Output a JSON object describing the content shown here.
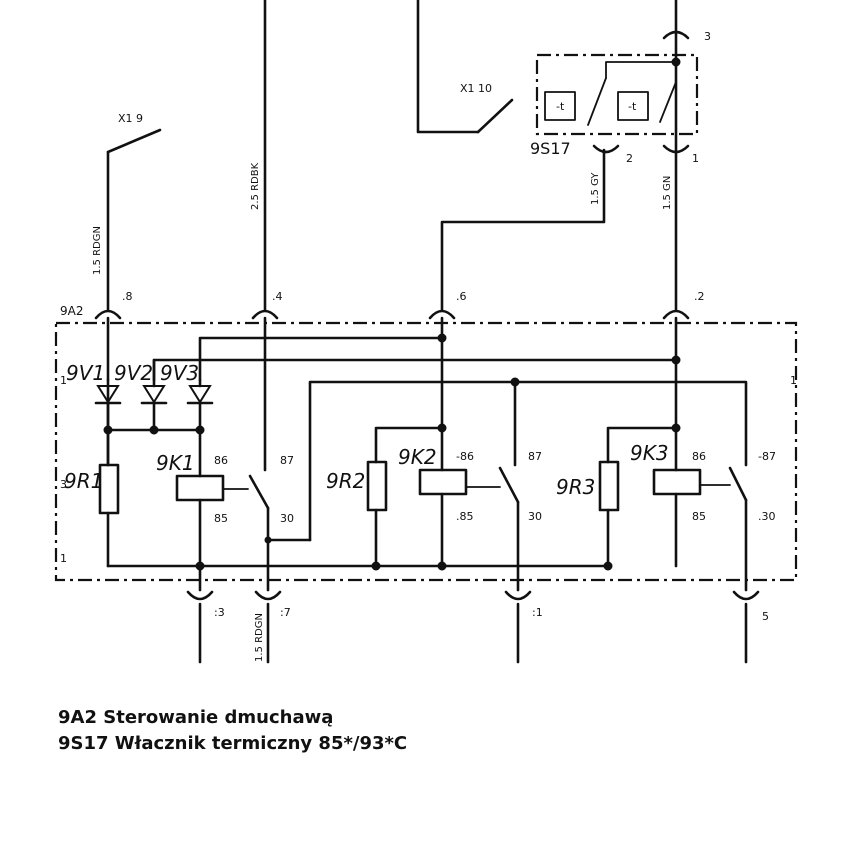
{
  "components": {
    "control_unit": "9A2",
    "thermal_switch": "9S17",
    "diodes": [
      "9V1",
      "9V2",
      "9V3"
    ],
    "resistors": [
      "9R1",
      "9R2",
      "9R3"
    ],
    "relays": [
      "9K1",
      "9K2",
      "9K3"
    ]
  },
  "connector_x1": "X1 10",
  "top_label": "X1 9",
  "pins": {
    "p8": ".8",
    "p4": ".4",
    "p6": ".6",
    "p2": ".2",
    "p3": ":3",
    "p7": ":7",
    "p1": ":1",
    "p5": "5",
    "s3": "3",
    "s2": "2",
    "s1": "1"
  },
  "relay_pins": {
    "k1": [
      "86",
      "87",
      "85",
      "30"
    ],
    "k2": [
      "-86",
      "87",
      ".85",
      "30"
    ],
    "k3": [
      "86",
      "-87",
      "85",
      ".30"
    ]
  },
  "side_marks": {
    "left_top": "1",
    "left_mid": "3",
    "left_bot": "1",
    "right_top": "1"
  },
  "wire_labels": [
    "1.5 RDGN",
    "2.5 RDBK",
    "1.5 GY",
    "1.5 GN",
    "1.5 RDGN"
  ],
  "legend": [
    "9A2 Sterowanie dmuchawą",
    "9S17 Włacznik termiczny 85*/93*C"
  ]
}
